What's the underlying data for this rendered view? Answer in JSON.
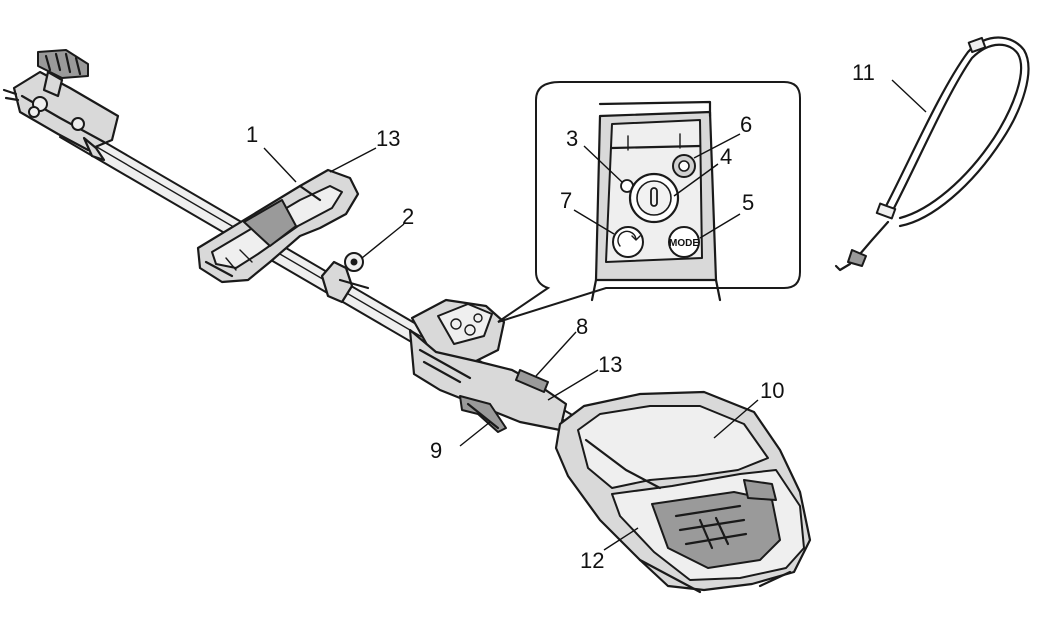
{
  "callouts": [
    {
      "id": "1",
      "text": "1"
    },
    {
      "id": "2",
      "text": "2"
    },
    {
      "id": "3",
      "text": "3"
    },
    {
      "id": "4",
      "text": "4"
    },
    {
      "id": "5",
      "text": "5"
    },
    {
      "id": "6",
      "text": "6"
    },
    {
      "id": "7",
      "text": "7"
    },
    {
      "id": "8",
      "text": "8"
    },
    {
      "id": "9",
      "text": "9"
    },
    {
      "id": "10",
      "text": "10"
    },
    {
      "id": "11",
      "text": "11"
    },
    {
      "id": "12",
      "text": "12"
    },
    {
      "id": "13a",
      "text": "13"
    },
    {
      "id": "13b",
      "text": "13"
    }
  ],
  "panel": {
    "mode_button_text": "MODE"
  }
}
